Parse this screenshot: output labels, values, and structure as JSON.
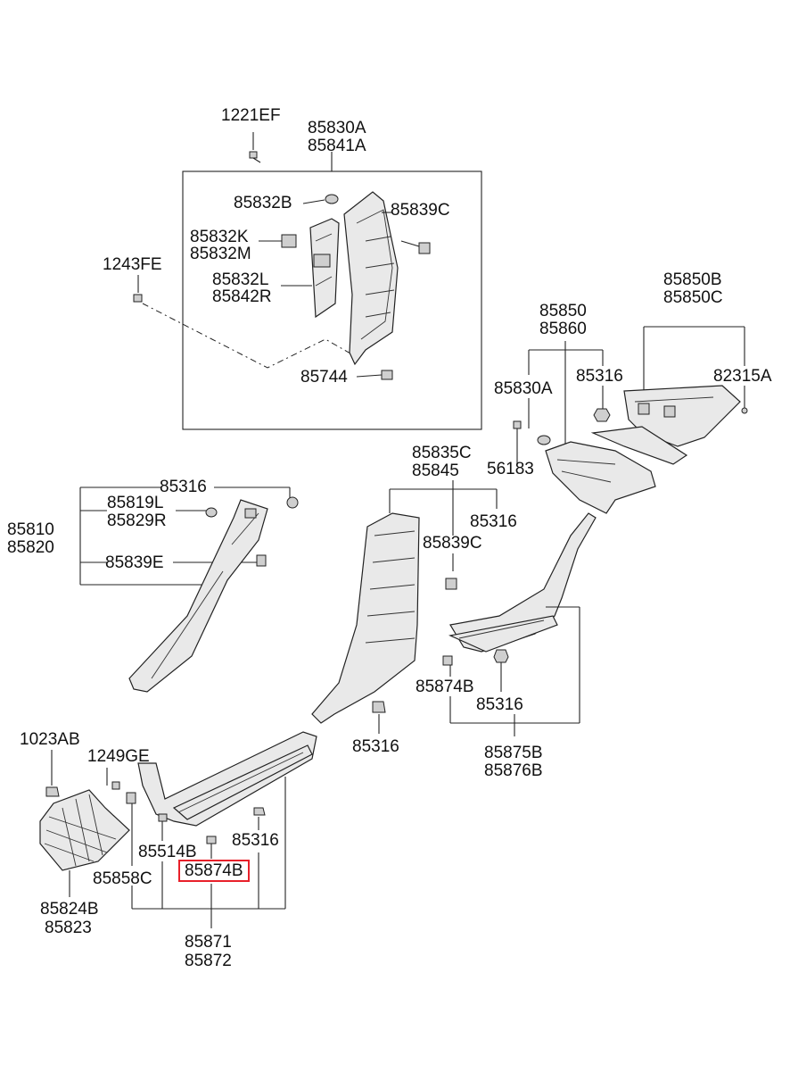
{
  "labels": {
    "l1221EF": "1221EF",
    "l85830A_top": "85830A",
    "l85841A": "85841A",
    "l85832B": "85832B",
    "l85839C_top": "85839C",
    "l85832K": "85832K",
    "l85832M": "85832M",
    "l1243FE": "1243FE",
    "l85832L": "85832L",
    "l85842R": "85842R",
    "l85744": "85744",
    "l85850B": "85850B",
    "l85850C": "85850C",
    "l85850": "85850",
    "l85860": "85860",
    "l85830A_mid": "85830A",
    "l85316_a": "85316",
    "l82315A": "82315A",
    "l56183": "56183",
    "l85835C": "85835C",
    "l85845": "85845",
    "l85316_b": "85316",
    "l85839C_mid": "85839C",
    "l85316_c": "85316",
    "l85819L": "85819L",
    "l85829R": "85829R",
    "l85810": "85810",
    "l85820": "85820",
    "l85839E": "85839E",
    "l85874B_mid": "85874B",
    "l85316_d": "85316",
    "l85875B": "85875B",
    "l85876B": "85876B",
    "l85316_e": "85316",
    "l1023AB": "1023AB",
    "l1249GE": "1249GE",
    "l85316_f": "85316",
    "l85514B": "85514B",
    "l85874B_hl": "85874B",
    "l85858C": "85858C",
    "l85824B": "85824B",
    "l85823": "85823",
    "l85871": "85871",
    "l85872": "85872"
  },
  "highlight_color": "#e8202a"
}
